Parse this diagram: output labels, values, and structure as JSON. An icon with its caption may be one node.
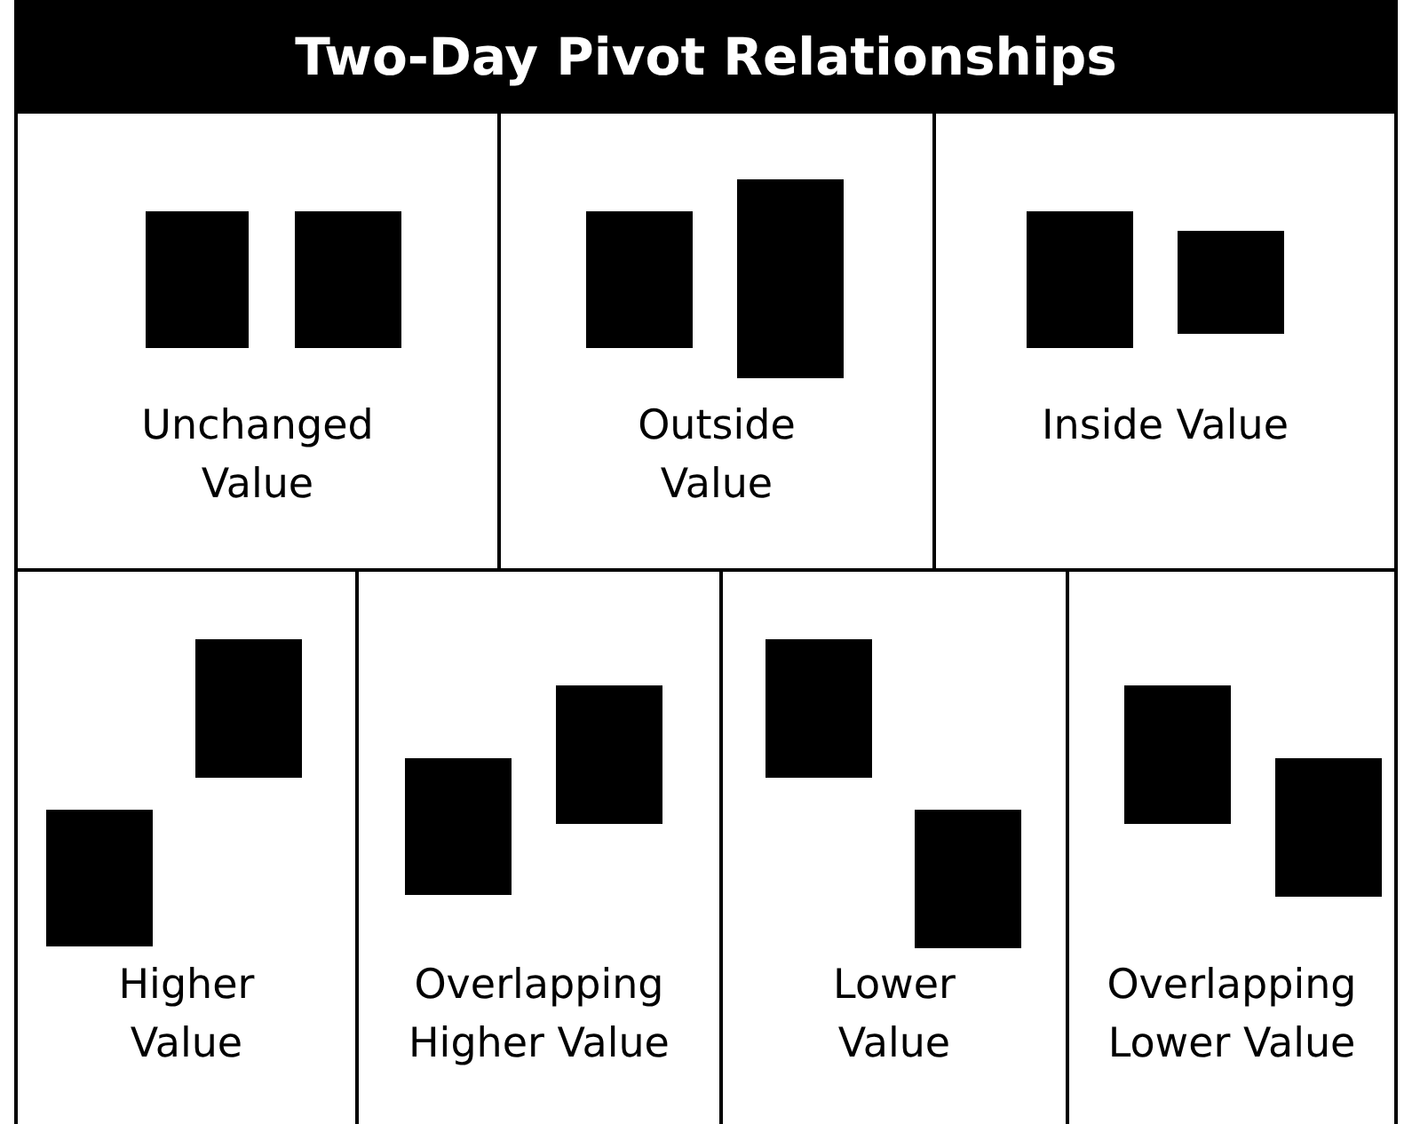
{
  "diagram": {
    "title": "Two-Day Pivot Relationships",
    "labels": [
      "Unchanged Value",
      "Outside Value",
      "Inside Value",
      "Higher Value",
      "Overlapping Higher Value",
      "Lower Value",
      "Overlapping Lower Value"
    ]
  }
}
